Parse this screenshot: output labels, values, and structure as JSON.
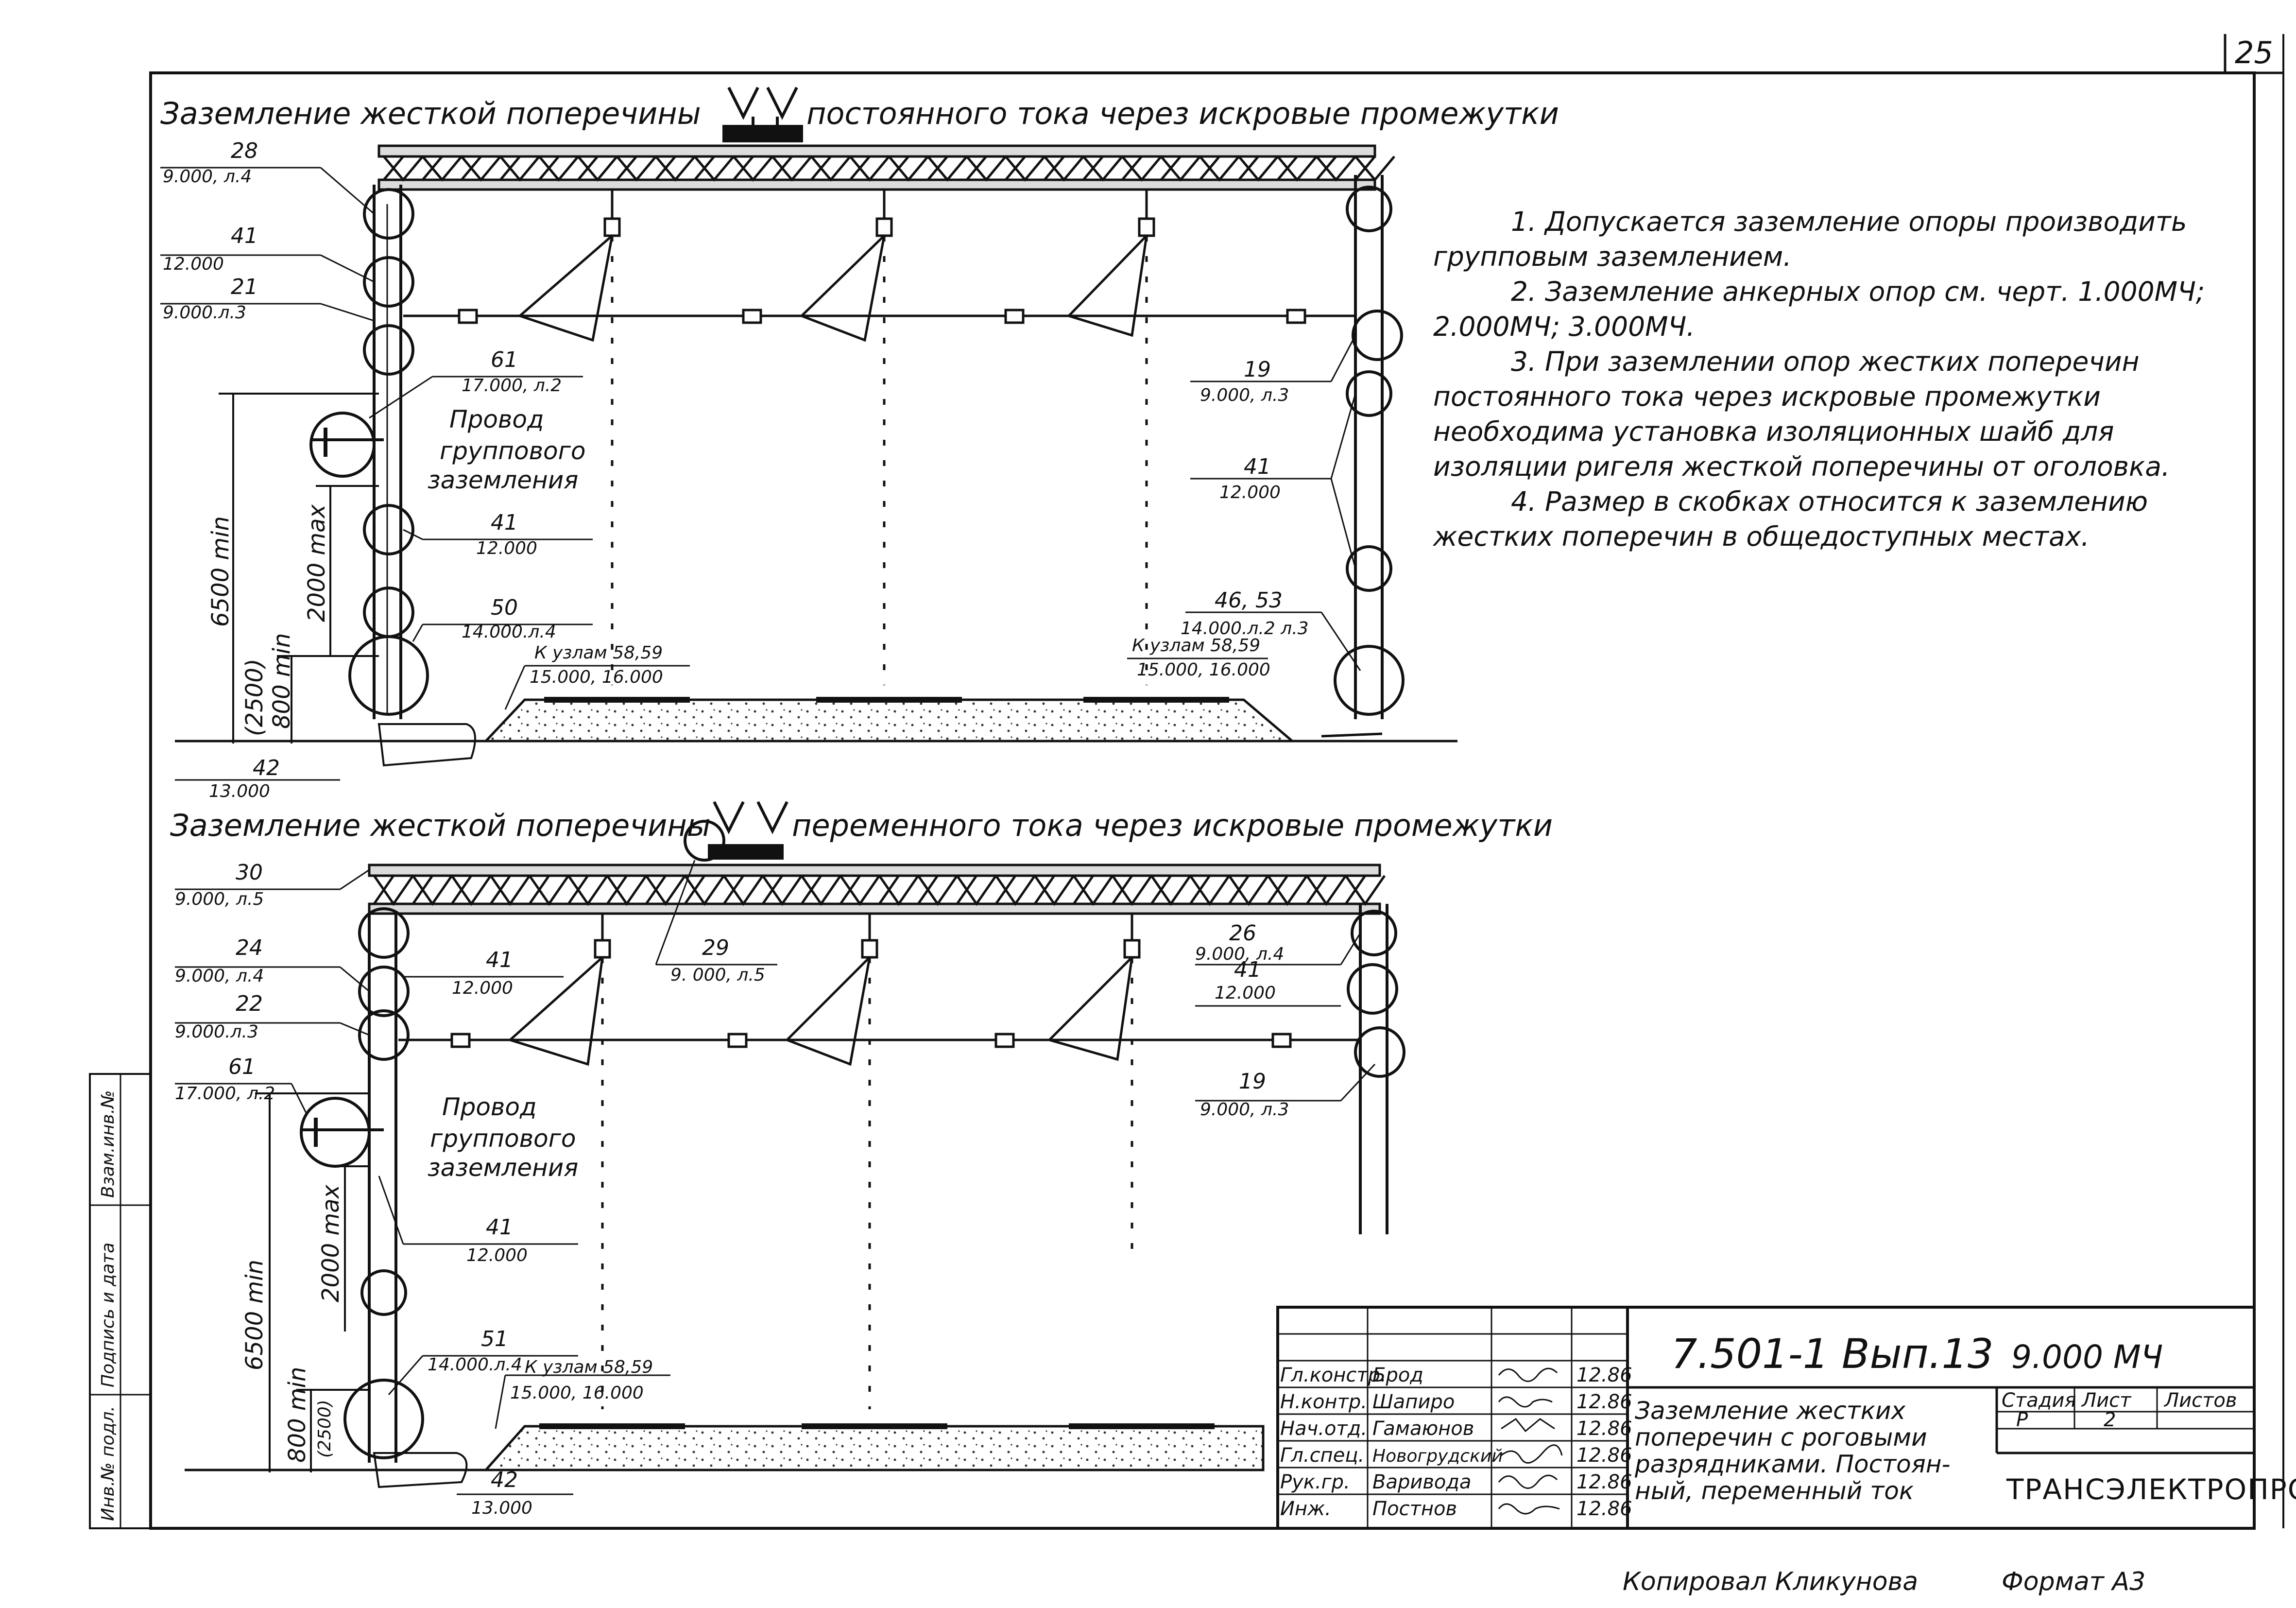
{
  "sheet_number": "25",
  "top_title_left": "Заземление жесткой поперечины",
  "top_title_right": "постоянного тока через искровые промежутки",
  "bottom_title_left": "Заземление жесткой поперечины",
  "bottom_title_right": "переменного тока через искровые промежутки",
  "top_callouts": [
    {
      "num": "28",
      "code": "9.000, л.4"
    },
    {
      "num": "41",
      "code": "12.000"
    },
    {
      "num": "21",
      "code": "9.000.л.3"
    },
    {
      "num": "61",
      "code": "17.000, л.2"
    },
    {
      "num": "41",
      "code": "12.000"
    },
    {
      "num": "50",
      "code": "14.000.л.4"
    },
    {
      "num": "42",
      "code": "13.000"
    },
    {
      "num": "19",
      "code": "9.000, л.3"
    },
    {
      "num": "41",
      "code": "12.000"
    },
    {
      "num": "46, 53",
      "code": "14.000.л.2 л.3"
    }
  ],
  "top_nodes_left": {
    "title": "К узлам 58,59",
    "code": "15.000, 16.000"
  },
  "top_nodes_right": {
    "title": "К узлам 58,59",
    "code": "15.000, 16.000"
  },
  "top_wire_label": [
    "Провод",
    "группового",
    "заземления"
  ],
  "top_dims": {
    "total": "6500 min",
    "mid": "2000 max",
    "low": "800 min",
    "paren": "(2500)"
  },
  "bottom_callouts": [
    {
      "num": "30",
      "code": "9.000, л.5"
    },
    {
      "num": "24",
      "code": "9.000, л.4"
    },
    {
      "num": "41",
      "code": "12.000"
    },
    {
      "num": "22",
      "code": "9.000.л.3"
    },
    {
      "num": "61",
      "code": "17.000, л.2"
    },
    {
      "num": "29",
      "code": "9. 000, л.5"
    },
    {
      "num": "26",
      "code": "9.000, л.4"
    },
    {
      "num": "41",
      "code": "12.000"
    },
    {
      "num": "19",
      "code": "9.000, л.3"
    },
    {
      "num": "41",
      "code": "12.000"
    },
    {
      "num": "51",
      "code": "14.000.л.4"
    },
    {
      "num": "42",
      "code": "13.000"
    }
  ],
  "bottom_nodes": {
    "title": "К узлам 58,59",
    "code": "15.000, 16.000"
  },
  "bottom_wire_label": [
    "Провод",
    "группового",
    "заземления"
  ],
  "bottom_dims": {
    "total": "6500 min",
    "mid": "2000 max",
    "low": "800 min",
    "paren": "(2500)"
  },
  "notes": [
    "1. Допускается заземление опоры производить групповым заземлением.",
    "2. Заземление анкерных опор см. черт. 1.000МЧ; 2.000МЧ; 3.000МЧ.",
    "3. При заземлении опор жестких поперечин постоянного тока через искровые промежутки необходима установка изоляционных шайб для изоляции ригеля жесткой поперечины от оголовка.",
    "4. Размер в скобках относится к заземлению жестких поперечин в общедоступных местах."
  ],
  "title_block": {
    "doc_code": "7.501-1 Вып.13",
    "doc_code2": "9.000 МЧ",
    "description": [
      "Заземление жестких",
      "поперечин с роговыми",
      "разрядниками. Постоян-",
      "ный, переменный ток"
    ],
    "stage_header": "Стадия",
    "sheet_header": "Лист",
    "sheets_header": "Листов",
    "stage": "Р",
    "sheet": "2",
    "sheets": "",
    "organization": "ТРАНСЭЛЕКТРОПРОЕКТ",
    "rows": [
      {
        "role": "Гл.констр.",
        "name": "Брод",
        "date": "12.86"
      },
      {
        "role": "Н.контр.",
        "name": "Шапиро",
        "date": "12.86"
      },
      {
        "role": "Нач.отд.",
        "name": "Гамаюнов",
        "date": "12.86"
      },
      {
        "role": "Гл.спец.",
        "name": "Новогрудский",
        "date": "12.86"
      },
      {
        "role": "Рук.гр.",
        "name": "Варивода",
        "date": "12.86"
      },
      {
        "role": "Инж.",
        "name": "Постнов",
        "date": "12.86"
      }
    ]
  },
  "side_stamp": [
    "Инв.№ подл.",
    "Подпись и дата",
    "Взам.инв.№"
  ],
  "footer_copied": "Копировал Кликунова",
  "footer_format": "Формат А3"
}
